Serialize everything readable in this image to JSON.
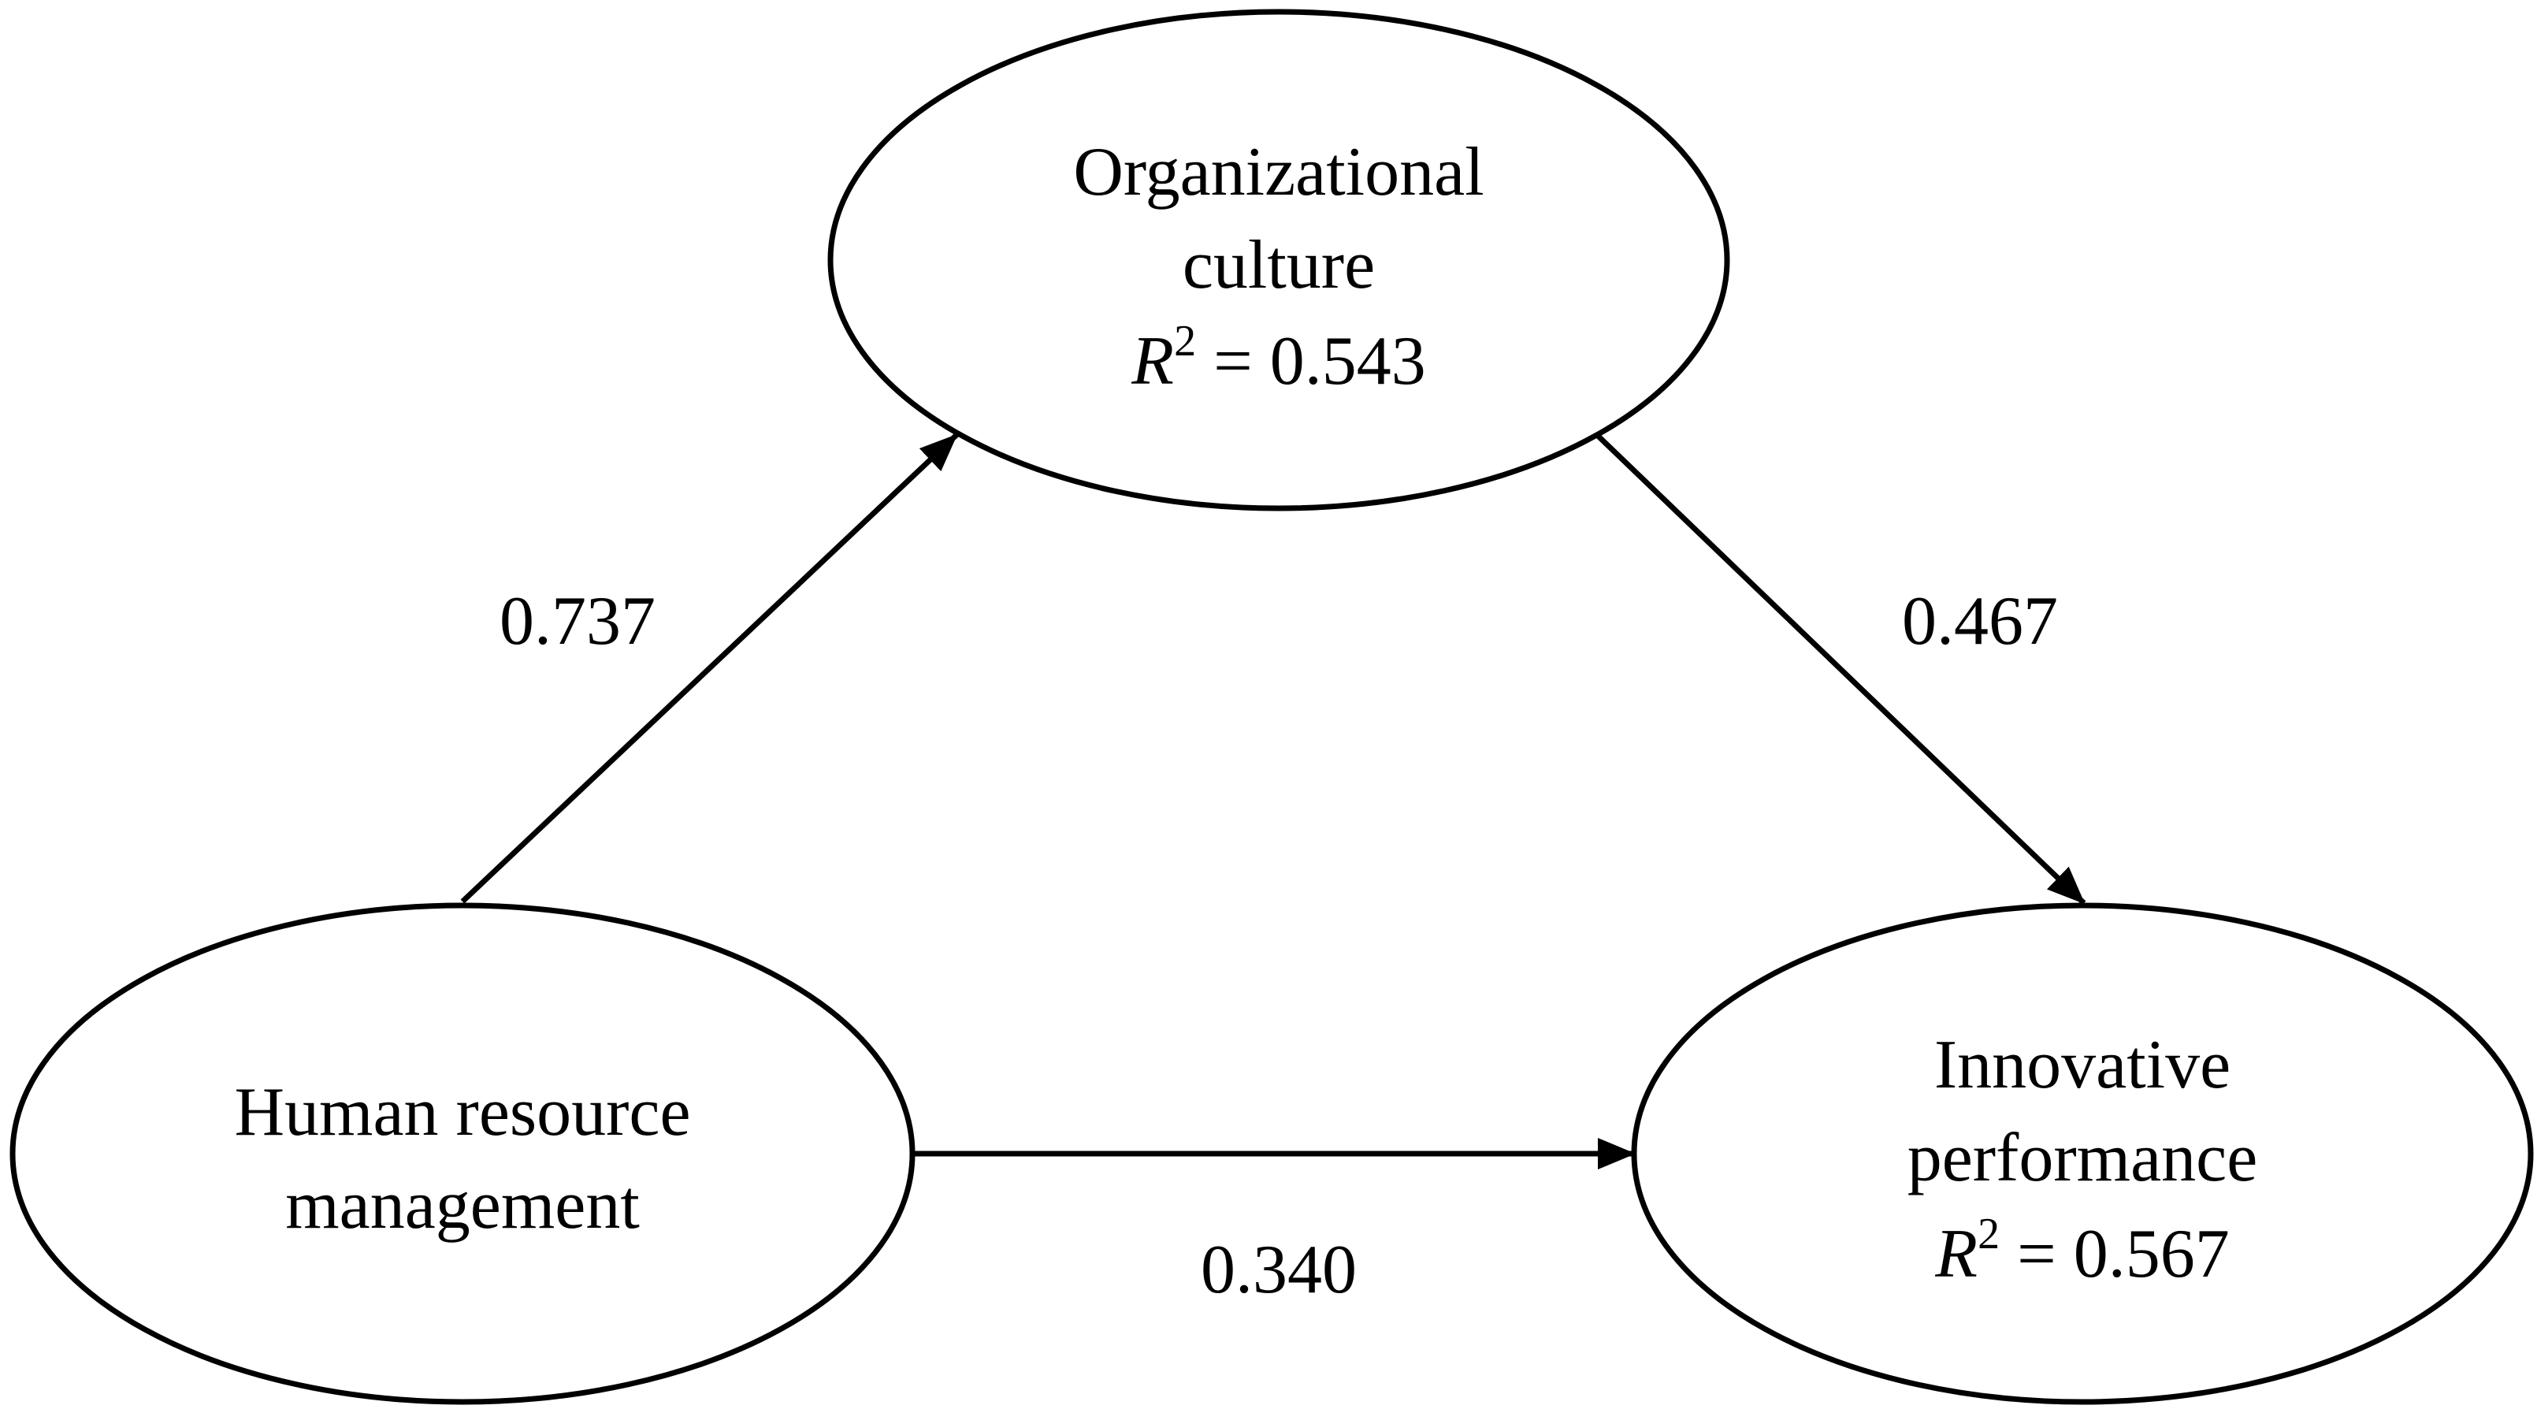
{
  "nodes": {
    "culture": {
      "line1": "Organizational",
      "line2": "culture",
      "r2_symbol": "R",
      "r2_exponent": "2",
      "r2_value": " = 0.543"
    },
    "hrm": {
      "line1": "Human resource",
      "line2": "management"
    },
    "innovation": {
      "line1": "Innovative",
      "line2": "performance",
      "r2_symbol": "R",
      "r2_exponent": "2",
      "r2_value": " = 0.567"
    }
  },
  "paths": {
    "hrm_to_culture": "0.737",
    "culture_to_innovation": "0.467",
    "hrm_to_innovation": "0.340"
  }
}
